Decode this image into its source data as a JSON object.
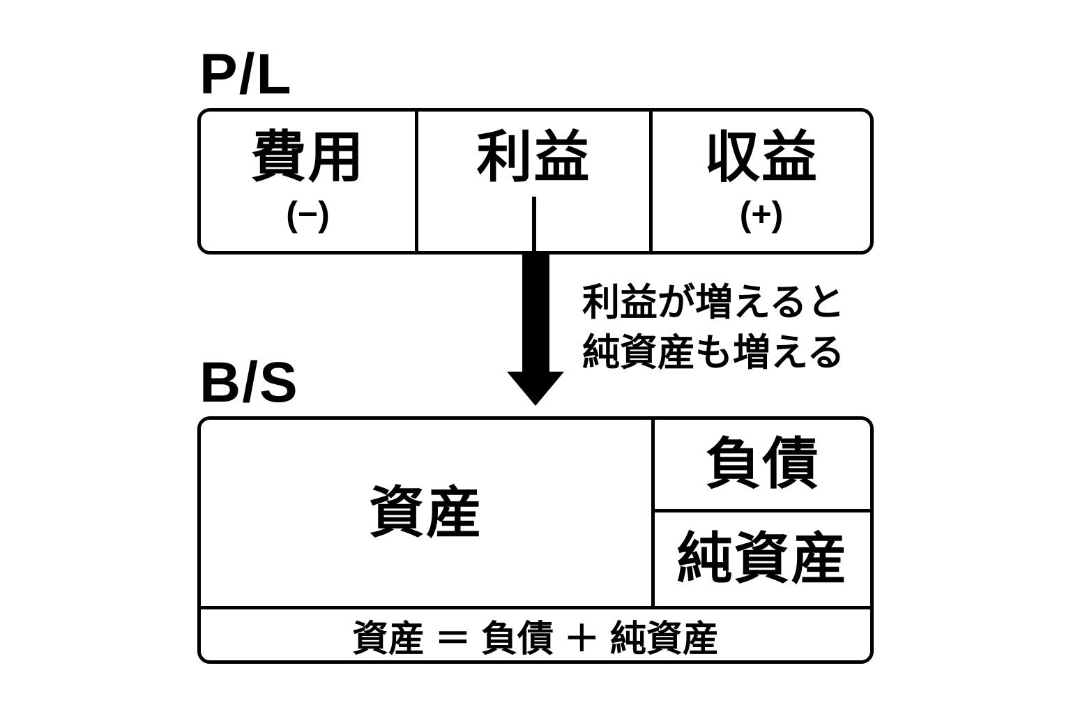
{
  "colors": {
    "ink": "#000000",
    "background": "#ffffff"
  },
  "pl_section": {
    "title": "P/L",
    "cells": [
      {
        "label": "費用",
        "sign": "(−)"
      },
      {
        "label": "利益",
        "sign": ""
      },
      {
        "label": "収益",
        "sign": "(+)"
      }
    ]
  },
  "arrow": {
    "direction": "down",
    "annotation_line1": "利益が増えると",
    "annotation_line2": "純資産も増える"
  },
  "bs_section": {
    "title": "B/S",
    "assets_label": "資産",
    "liabilities_label": "負債",
    "net_assets_label": "純資産",
    "formula": "資産 ＝ 負債 ＋ 純資産"
  }
}
